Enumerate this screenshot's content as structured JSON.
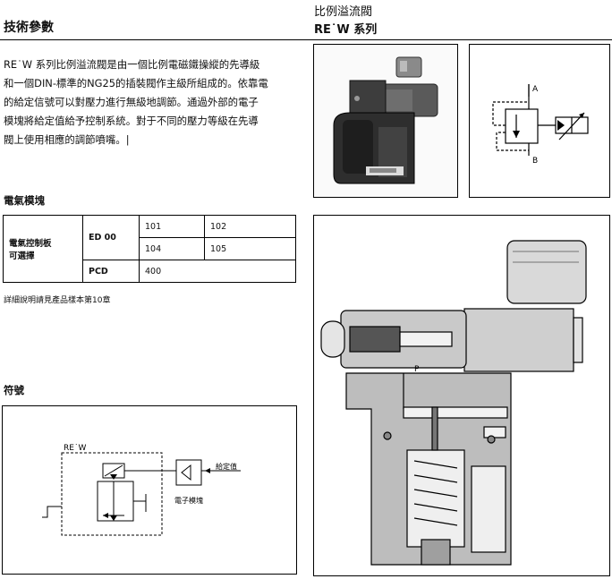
{
  "header": {
    "section_title": "技術參數",
    "product_name": "比例溢流閥",
    "series": "RE˙W 系列"
  },
  "description": [
    "RE˙W 系列比例溢流閥是由一個比例電磁鐵操縱的先導級",
    "和一個DIN-標準的NG25的插裝閥作主級所組成的。依靠電",
    "的給定信號可以對壓力進行無級地調節。通過外部的電子",
    "模塊將給定值給予控制系統。對于不同的壓力等級在先導",
    "閥上使用相應的調節噴嘴。|"
  ],
  "electronics": {
    "title": "電氣模塊",
    "table": {
      "row_header": [
        "電氣控制板",
        "可選擇"
      ],
      "groups": [
        {
          "name": "ED 00",
          "values": [
            [
              "101",
              "102"
            ],
            [
              "104",
              "105"
            ]
          ]
        },
        {
          "name": "PCD",
          "values": [
            [
              "400",
              ""
            ]
          ]
        }
      ]
    },
    "note": "詳細說明請見產品樣本第10章"
  },
  "symbol": {
    "title": "符號",
    "valve_label": "RE˙W",
    "setpoint_label": "給定值",
    "module_label": "電子模塊"
  },
  "hydraulic_symbol": {
    "port_a": "A",
    "port_b": "B"
  },
  "section_view": {
    "port_p": "P"
  }
}
